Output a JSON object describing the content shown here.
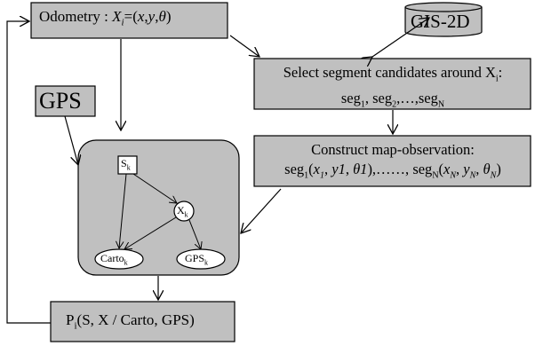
{
  "nodes": {
    "odometry": {
      "label": "Odometry : ",
      "var": "X",
      "sub": "i",
      "eq": "=(",
      "x": "x",
      "y": "y",
      "theta": "θ",
      "close": ")"
    },
    "gis": {
      "label": "GIS-2D"
    },
    "gps_source": {
      "label": "GPS"
    },
    "select": {
      "line1": "Select segment candidates around X",
      "line1_sub": "i",
      "line1_end": ":",
      "seg": "seg",
      "s1": "1",
      "s2": "2",
      "sN": "N",
      "dots": ",…,"
    },
    "construct": {
      "line1": "Construct map-observation:",
      "seg": "seg",
      "s1": "1",
      "sN": "N",
      "open": "(",
      "x1": "x",
      "x1s": "1",
      "y1": "y1",
      "t1": "θ1",
      "mid": "),……, ",
      "xN": "x",
      "yN": "y",
      "tN": "θ",
      "N": "N",
      "close": ")",
      "comma": ", "
    },
    "bayes": {
      "S": "S",
      "S_sub": "k",
      "X": "X",
      "X_sub": "k",
      "carto": "Carto",
      "carto_sub": "k",
      "gps": "GPS",
      "gps_sub": "k"
    },
    "posterior": {
      "P": "P",
      "sub": "i",
      "text": "(S, X / Carto, GPS)"
    }
  }
}
